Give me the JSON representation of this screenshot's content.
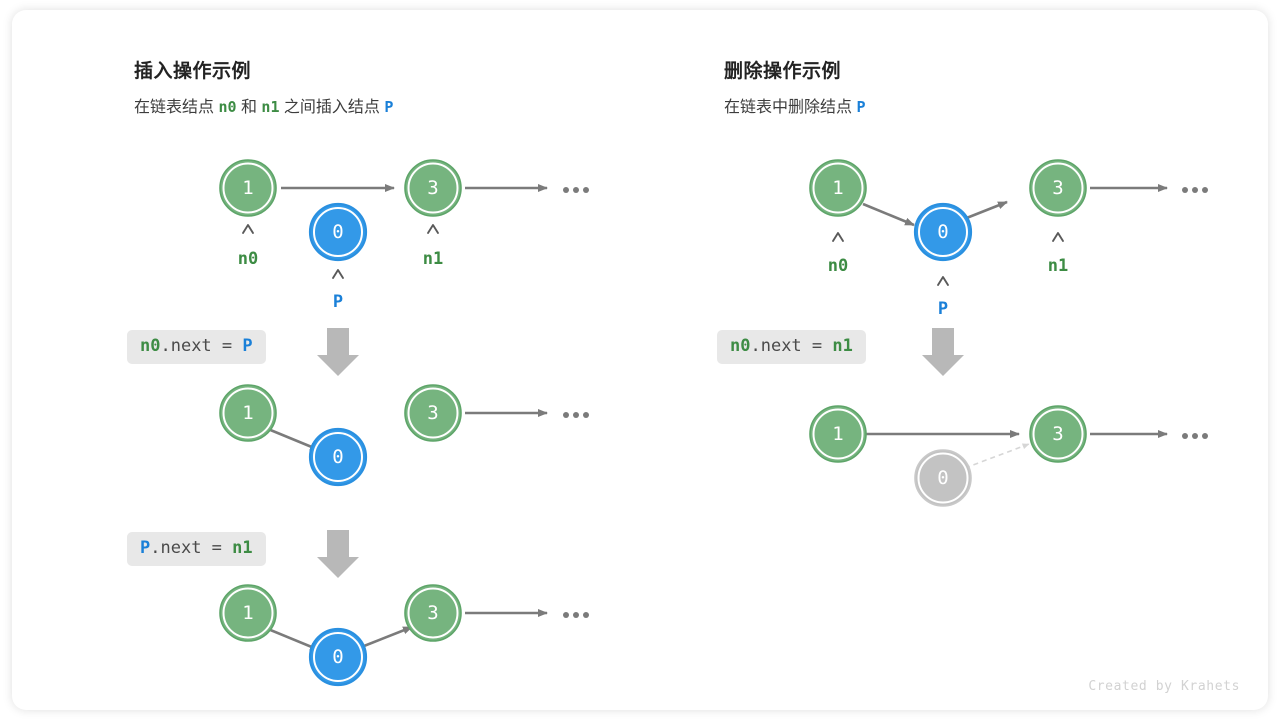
{
  "colors": {
    "green_fill": "#76b47f",
    "green_stroke": "#5ea569",
    "green_text": "#3d8c44",
    "blue_fill": "#3399e8",
    "blue_stroke": "#2a90e0",
    "blue_text": "#1a80d8",
    "gray_fill": "#c3c3c3",
    "gray_stroke": "#c9c9c9",
    "edge": "#7b7b7b",
    "arrow_down": "#b8b8b8",
    "code_bg": "#e8e8e8",
    "card_bg": "#ffffff"
  },
  "credit": "Created by Krahets",
  "panels": [
    {
      "id": "insert",
      "title": "插入操作示例",
      "subtitle_parts": [
        {
          "text": "在链表结点 ",
          "style": "plain"
        },
        {
          "text": "n0",
          "style": "green"
        },
        {
          "text": " 和 ",
          "style": "plain"
        },
        {
          "text": "n1",
          "style": "green"
        },
        {
          "text": " 之间插入结点 ",
          "style": "plain"
        },
        {
          "text": "P",
          "style": "blue"
        }
      ],
      "steps": [
        {
          "code_parts": [
            {
              "text": "n0",
              "style": "green"
            },
            {
              "text": ".next = ",
              "style": "plain"
            },
            {
              "text": "P",
              "style": "blue"
            }
          ],
          "code_text": "n0.next = P"
        },
        {
          "code_parts": [
            {
              "text": "P",
              "style": "blue"
            },
            {
              "text": ".next = ",
              "style": "plain"
            },
            {
              "text": "n1",
              "style": "green"
            }
          ],
          "code_text": "P.next = n1"
        }
      ],
      "rows": [
        {
          "name": "initial-state",
          "nodes": [
            {
              "value": "1",
              "color": "green",
              "pointer": "n0",
              "pointer_color": "green"
            },
            {
              "value": "0",
              "color": "blue",
              "pointer": "P",
              "pointer_color": "blue"
            },
            {
              "value": "3",
              "color": "green",
              "pointer": "n1",
              "pointer_color": "green"
            }
          ],
          "ellipsis": "..."
        },
        {
          "name": "after-step-1",
          "nodes": [
            {
              "value": "1",
              "color": "green"
            },
            {
              "value": "0",
              "color": "blue"
            },
            {
              "value": "3",
              "color": "green"
            }
          ],
          "ellipsis": "..."
        },
        {
          "name": "after-step-2",
          "nodes": [
            {
              "value": "1",
              "color": "green"
            },
            {
              "value": "0",
              "color": "blue"
            },
            {
              "value": "3",
              "color": "green"
            }
          ],
          "ellipsis": "..."
        }
      ]
    },
    {
      "id": "delete",
      "title": "删除操作示例",
      "subtitle_parts": [
        {
          "text": "在链表中删除结点 ",
          "style": "plain"
        },
        {
          "text": "P",
          "style": "blue"
        }
      ],
      "steps": [
        {
          "code_parts": [
            {
              "text": "n0",
              "style": "green"
            },
            {
              "text": ".next = ",
              "style": "plain"
            },
            {
              "text": "n1",
              "style": "green"
            }
          ],
          "code_text": "n0.next = n1"
        }
      ],
      "rows": [
        {
          "name": "initial-state",
          "nodes": [
            {
              "value": "1",
              "color": "green",
              "pointer": "n0",
              "pointer_color": "green"
            },
            {
              "value": "0",
              "color": "blue",
              "pointer": "P",
              "pointer_color": "blue"
            },
            {
              "value": "3",
              "color": "green",
              "pointer": "n1",
              "pointer_color": "green"
            }
          ],
          "ellipsis": "..."
        },
        {
          "name": "after-step-1",
          "nodes": [
            {
              "value": "1",
              "color": "green"
            },
            {
              "value": "0",
              "color": "gray"
            },
            {
              "value": "3",
              "color": "green"
            }
          ],
          "ellipsis": "..."
        }
      ]
    }
  ]
}
